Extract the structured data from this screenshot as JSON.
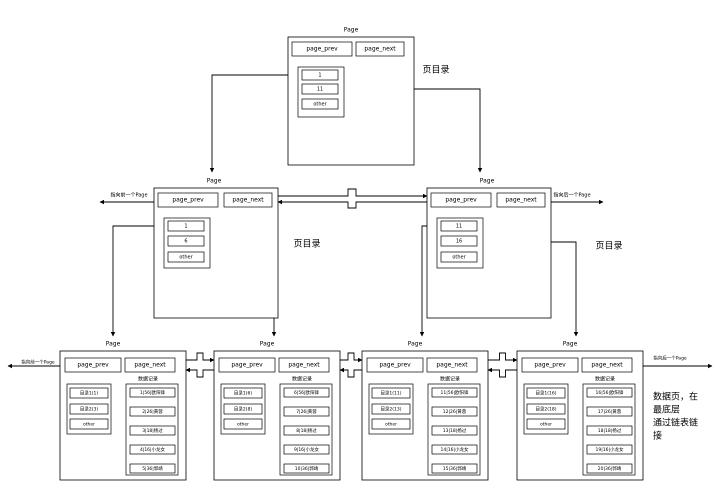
{
  "labels": {
    "page": "Page",
    "page_prev": "page_prev",
    "page_next": "page_next",
    "other": "other",
    "data_record": "数据记录",
    "page_dir": "页目录",
    "ptr_prev": "指向前一个Page",
    "ptr_next": "指向后一个Page",
    "note_line1": "数据页，在",
    "note_line2": "最底层",
    "note_line3": "通过链表链",
    "note_line4": "接"
  },
  "root": {
    "entries": [
      "1",
      "11",
      "other"
    ]
  },
  "mid_left": {
    "entries": [
      "1",
      "6",
      "other"
    ]
  },
  "mid_right": {
    "entries": [
      "11",
      "16",
      "other"
    ]
  },
  "leaves": [
    {
      "dirs": [
        "目录1(1)",
        "目录2(3)"
      ],
      "records": [
        "1|56|欧阳锋",
        "2|26|黄蓉",
        "3|18|杨过",
        "4|16|小龙女",
        "5|36|郭靖"
      ]
    },
    {
      "dirs": [
        "目录1(6)",
        "目录2(8)"
      ],
      "records": [
        "6|56|欧阳锋",
        "7|26|黄蓉",
        "8|18|杨过",
        "9|16|小龙女",
        "10|36|郭靖"
      ]
    },
    {
      "dirs": [
        "目录1(11)",
        "目录2(13)"
      ],
      "records": [
        "11|56|欧阳锋",
        "12|26|黄蓉",
        "13|18|杨过",
        "14|16|小龙女",
        "15|36|郭靖"
      ]
    },
    {
      "dirs": [
        "目录1(16)",
        "目录2(18)"
      ],
      "records": [
        "16|56|欧阳锋",
        "17|26|黄蓉",
        "18|18|杨过",
        "19|16|小龙女",
        "20|36|郭靖"
      ]
    }
  ]
}
